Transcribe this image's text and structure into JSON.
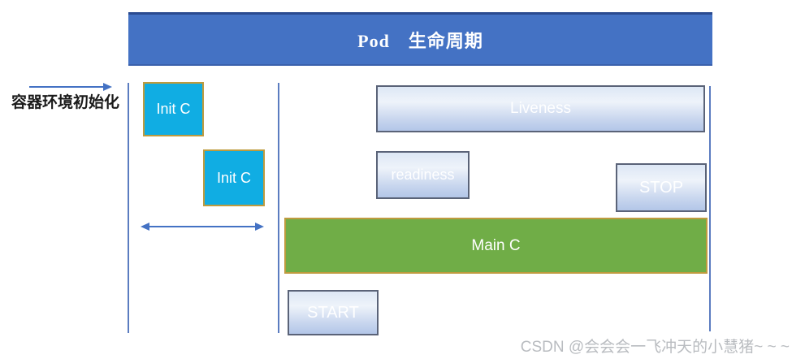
{
  "header": {
    "title": "Pod　生命周期"
  },
  "annotations": {
    "left_label": "容器环境初始化"
  },
  "boxes": {
    "init_container_1": "Init C",
    "init_container_2": "Init C",
    "liveness": "Liveness",
    "readiness": "readiness",
    "stop": "STOP",
    "main_container": "Main C",
    "start": "START"
  },
  "watermark": "CSDN @会会会一飞冲天的小慧猪~ ~ ~",
  "colors": {
    "header_blue": "#4472C4",
    "header_border": "#2A4A90",
    "init_cyan": "#10ADE3",
    "gold_border": "#BE9B3E",
    "main_green": "#70AD47",
    "gradient_box_top": "#DDE7F5",
    "gradient_box_bottom": "#B3C6E8",
    "gradient_box_border": "#5A6378",
    "timeline_blue": "#5B7CC0",
    "arrow_blue": "#4472C4",
    "watermark_gray": "#B9BCC0"
  }
}
